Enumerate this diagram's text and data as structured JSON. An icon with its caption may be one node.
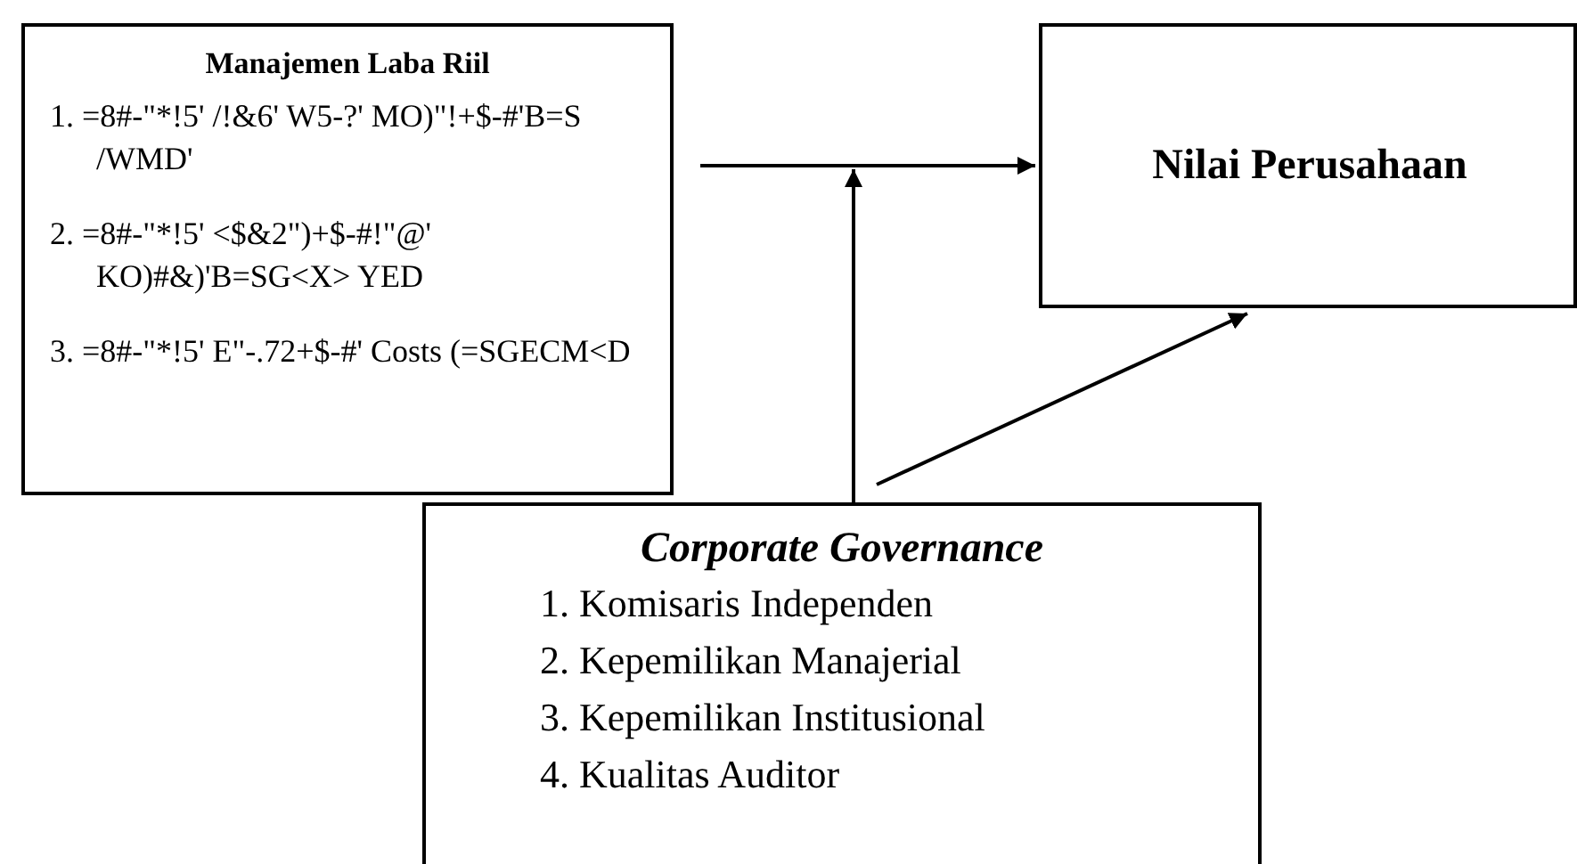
{
  "diagram": {
    "nodes": [
      {
        "text": [
          "Manajemen Laba Riil",
          "1. =8#-\"*!5' /!&6' W5-?' MO)\"!+$-#'B=S /WMD'",
          "2. =8#-\"*!5' <$&2\")+$-#!\"@' KO)#&)'B=SG<X> YED",
          "3. =8#-\"*!5' E\"-.72+$-#' Costs (=SGECM<D"
        ]
      },
      {
        "text": [
          "Nilai Perusahaan"
        ]
      },
      {
        "text": [
          "Corporate Governance",
          "1. Komisaris Independen",
          "2. Kepemilikan Manajerial",
          "3. Kepemilikan Institusional",
          "4. Kualitas Auditor"
        ]
      }
    ],
    "edges": [
      {
        "from": 0,
        "to": 1,
        "arrow": "to"
      },
      {
        "from": 2,
        "to": null,
        "arrow": "to"
      },
      {
        "from": 2,
        "to": 1,
        "arrow": "to"
      }
    ]
  }
}
